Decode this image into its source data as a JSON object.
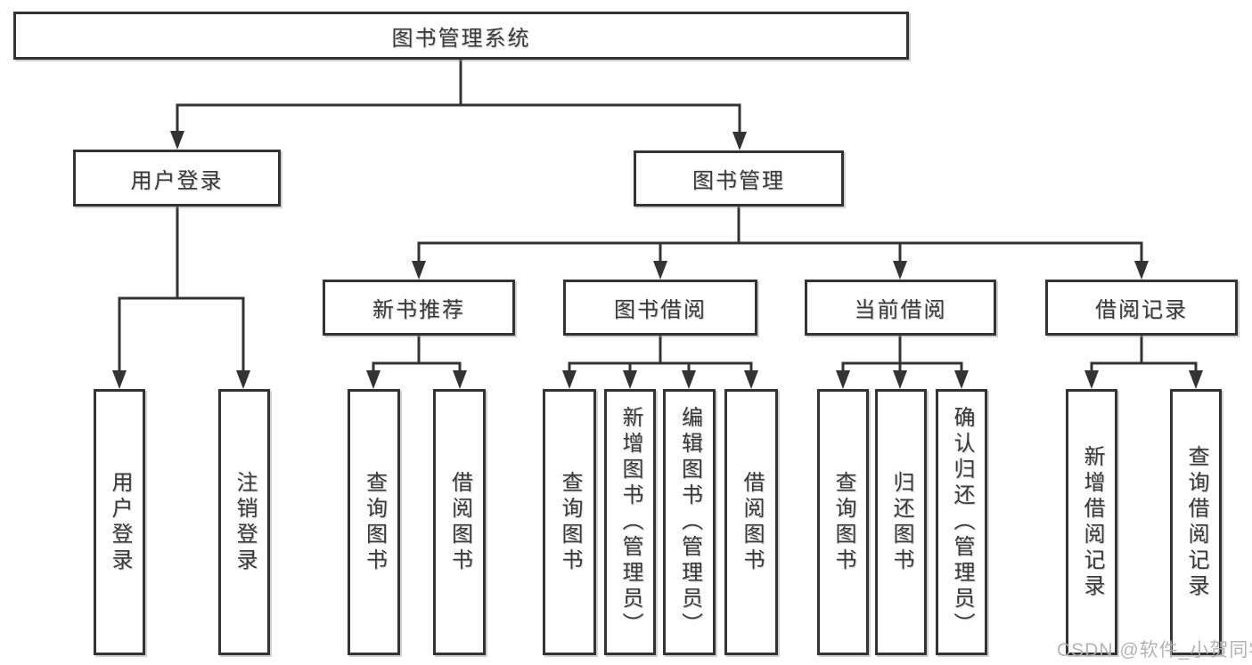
{
  "colors": {
    "line": "#333333",
    "box_border": "#333333",
    "text": "#3a3a3a",
    "background": "#ffffff",
    "watermark": "#afafaf"
  },
  "diagram": {
    "root": {
      "label": "图书管理系统"
    },
    "level2": [
      {
        "label": "用户登录"
      },
      {
        "label": "图书管理"
      }
    ],
    "level3": [
      {
        "label": "新书推荐"
      },
      {
        "label": "图书借阅"
      },
      {
        "label": "当前借阅"
      },
      {
        "label": "借阅记录"
      }
    ],
    "leaves": {
      "login": [
        {
          "label": "用户登录"
        },
        {
          "label": "注销登录"
        }
      ],
      "recommend": [
        {
          "label": "查询图书"
        },
        {
          "label": "借阅图书"
        }
      ],
      "borrow": [
        {
          "label": "查询图书"
        },
        {
          "label": "新增图书（管理员）"
        },
        {
          "label": "编辑图书（管理员）"
        },
        {
          "label": "借阅图书"
        }
      ],
      "current": [
        {
          "label": "查询图书"
        },
        {
          "label": "归还图书"
        },
        {
          "label": "确认归还（管理员）"
        }
      ],
      "records": [
        {
          "label": "新增借阅记录"
        },
        {
          "label": "查询借阅记录"
        }
      ]
    }
  },
  "watermark": {
    "text": "CSDN @软件_小贺同学"
  }
}
